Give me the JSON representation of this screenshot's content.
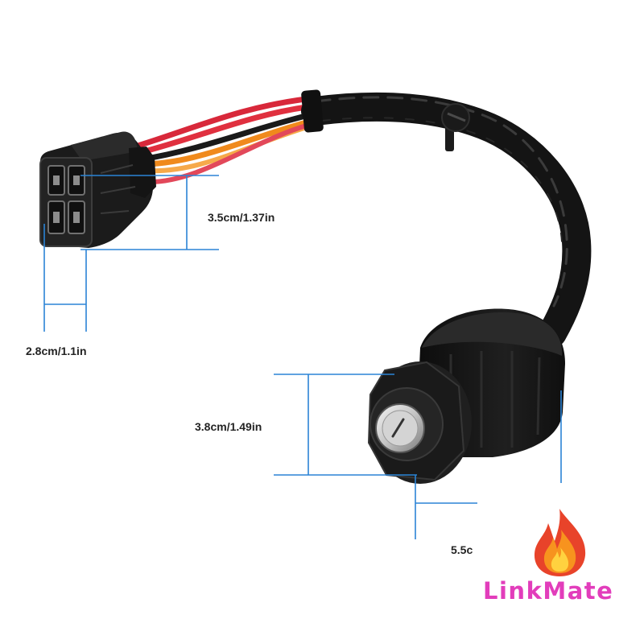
{
  "dimensions": {
    "connector_height": "3.5cm/1.37in",
    "connector_width": "2.8cm/1.1in",
    "switch_height": "3.8cm/1.49in",
    "switch_depth": "5.5c"
  },
  "watermark": {
    "brand": "LinkMate",
    "icon": "flame-icon"
  },
  "colors": {
    "background": "#ffffff",
    "dimension_line": "#2b84d6",
    "brand_text": "#e23dbb",
    "wire_red": "#d8283a",
    "wire_orange": "#f08a1c",
    "wire_black": "#1a1a1a",
    "flame_outer": "#e8432a",
    "flame_middle": "#f7931e",
    "flame_inner": "#ffd23f"
  },
  "icons": [
    "flame-icon"
  ]
}
